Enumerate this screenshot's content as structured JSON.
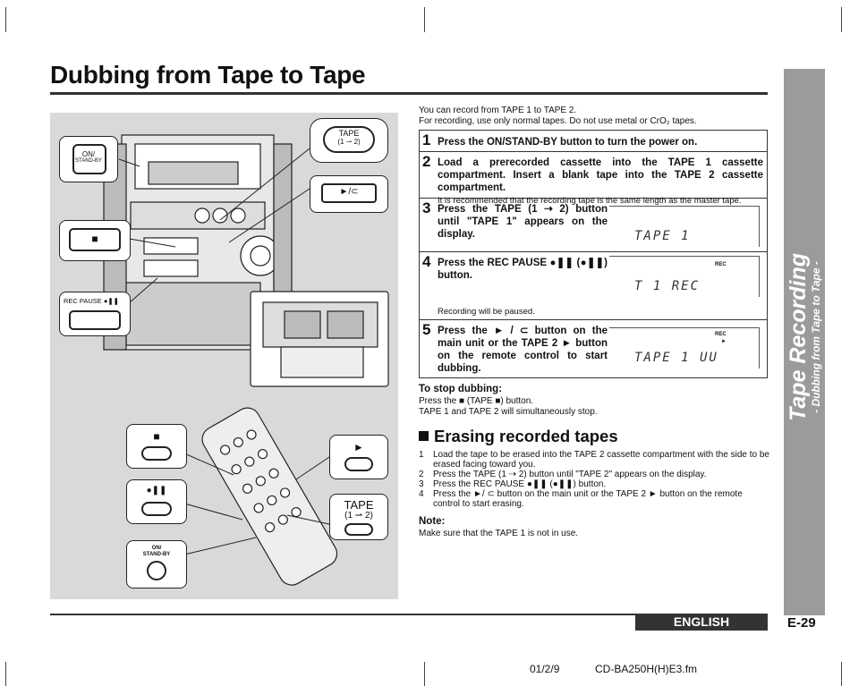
{
  "title": "Dubbing from Tape to Tape",
  "side_tab": {
    "main": "Tape Recording",
    "sub": "- Dubbing from Tape to Tape -"
  },
  "illustration": {
    "on_standby_label_1": "ON/",
    "on_standby_label_2": "STAND-BY",
    "tape_label": "TAPE",
    "tape_sub": "(1 ⇀ 2)",
    "play_label": "►/⊂",
    "stop_label": "■",
    "rec_pause_label": "REC PAUSE ●❚❚",
    "remote_play": "►",
    "remote_stop": "■",
    "remote_pause": "●❚❚",
    "remote_tape": "TAPE",
    "remote_tape_sub": "(1 ⇀ 2)",
    "remote_onstandby_1": "ON/",
    "remote_onstandby_2": "STAND-BY"
  },
  "intro": {
    "line1": "You can record from TAPE 1 to TAPE 2.",
    "line2": "For recording, use only normal tapes. Do not use metal or CrO₂ tapes."
  },
  "steps": [
    {
      "num": "1",
      "text": "Press the ON/STAND-BY button to turn the power on.",
      "note": ""
    },
    {
      "num": "2",
      "text": "Load a prerecorded cassette into the TAPE 1 cassette compartment. Insert a blank tape into the TAPE 2 cassette compartment.",
      "note": "It is recommended that the recording tape is the same length as the master tape."
    },
    {
      "num": "3",
      "text": "Press the TAPE (1 ⇢ 2) button until \"TAPE 1\" appears on the display.",
      "note": "",
      "lcd": "TAPE 1"
    },
    {
      "num": "4",
      "text": "Press the REC PAUSE ●❚❚ (●❚❚) button.",
      "note": "Recording will be paused.",
      "lcd": "T 1  REC",
      "lcd_rec": "REC"
    },
    {
      "num": "5",
      "text": "Press the ► / ⊂ button on the main unit or the TAPE 2 ► button on the remote control to start dubbing.",
      "note": "",
      "lcd": "TAPE 1 UU",
      "lcd_rec": "REC"
    }
  ],
  "stop": {
    "heading": "To stop dubbing:",
    "line1": "Press the ■ (TAPE ■) button.",
    "line2": "TAPE 1 and TAPE 2 will simultaneously stop."
  },
  "erase": {
    "heading": "Erasing recorded tapes",
    "items": [
      {
        "n": "1",
        "text": "Load the tape to be erased into the TAPE 2 cassette compartment with the side to be erased facing toward you."
      },
      {
        "n": "2",
        "text": "Press the TAPE (1 ⇢ 2) button until \"TAPE 2\" appears on the display."
      },
      {
        "n": "3",
        "text": "Press the REC PAUSE ●❚❚ (●❚❚) button."
      },
      {
        "n": "4",
        "text": "Press the ►/ ⊂ button on the main unit or the TAPE 2 ► button on the remote control to start erasing."
      }
    ]
  },
  "note": {
    "heading": "Note:",
    "body": "Make sure that the TAPE 1 is not in use."
  },
  "footer": {
    "language": "ENGLISH",
    "page": "E-29",
    "date": "01/2/9",
    "file": "CD-BA250H(H)E3.fm"
  }
}
